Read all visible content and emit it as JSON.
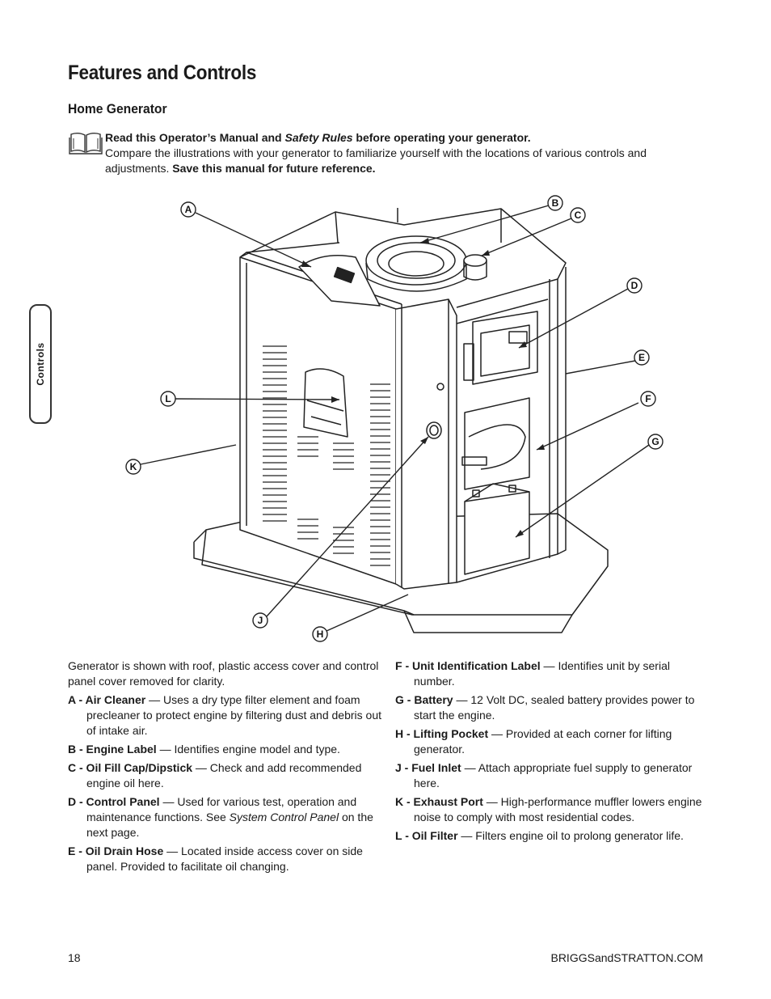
{
  "header": {
    "title": "Features and Controls",
    "subtitle": "Home Generator"
  },
  "intro": {
    "line1_bold_a": "Read this Operator’s Manual and ",
    "line1_italic": "Safety Rules",
    "line1_bold_b": " before operating your generator.",
    "line2": "Compare the illustrations with your generator to familiarize yourself with the locations of various controls and",
    "line3_a": "adjustments. ",
    "line3_bold": "Save this manual for future reference."
  },
  "side_tab": {
    "label": "Controls"
  },
  "figure": {
    "callouts": [
      "A",
      "B",
      "C",
      "D",
      "E",
      "F",
      "G",
      "H",
      "J",
      "K",
      "L"
    ]
  },
  "caption": "Generator is shown with roof, plastic access cover and control panel cover removed for clarity.",
  "items_left": [
    {
      "term": "A - Air Cleaner",
      "desc": " — Uses a dry type filter element and foam precleaner to protect engine by filtering dust and debris out of intake air."
    },
    {
      "term": "B - Engine Label",
      "desc": " — Identifies engine model and type."
    },
    {
      "term": "C - Oil Fill Cap/Dipstick",
      "desc": " — Check and add recommended engine oil here."
    },
    {
      "term": "D - Control Panel",
      "desc_a": " — Used for various test, operation and maintenance functions. See ",
      "desc_italic": "System Control Panel",
      "desc_b": " on the next page."
    },
    {
      "term": "E - Oil Drain Hose",
      "desc": " — Located inside access cover on side panel. Provided to facilitate oil changing."
    }
  ],
  "items_right": [
    {
      "term": "F - Unit Identification Label",
      "desc": " — Identifies unit by serial number."
    },
    {
      "term": "G - Battery",
      "desc": " — 12 Volt DC, sealed battery provides power to start the engine."
    },
    {
      "term": "H - Lifting Pocket",
      "desc": " — Provided at each corner for lifting generator."
    },
    {
      "term": "J - Fuel Inlet",
      "desc": " — Attach appropriate fuel supply to generator here."
    },
    {
      "term": "K - Exhaust Port",
      "desc": " — High-performance muffler lowers engine noise to comply with most residential codes."
    },
    {
      "term": "L - Oil Filter",
      "desc": " — Filters engine oil to prolong generator life."
    }
  ],
  "footer": {
    "page_number": "18",
    "website": "BRIGGSandSTRATTON.COM"
  }
}
